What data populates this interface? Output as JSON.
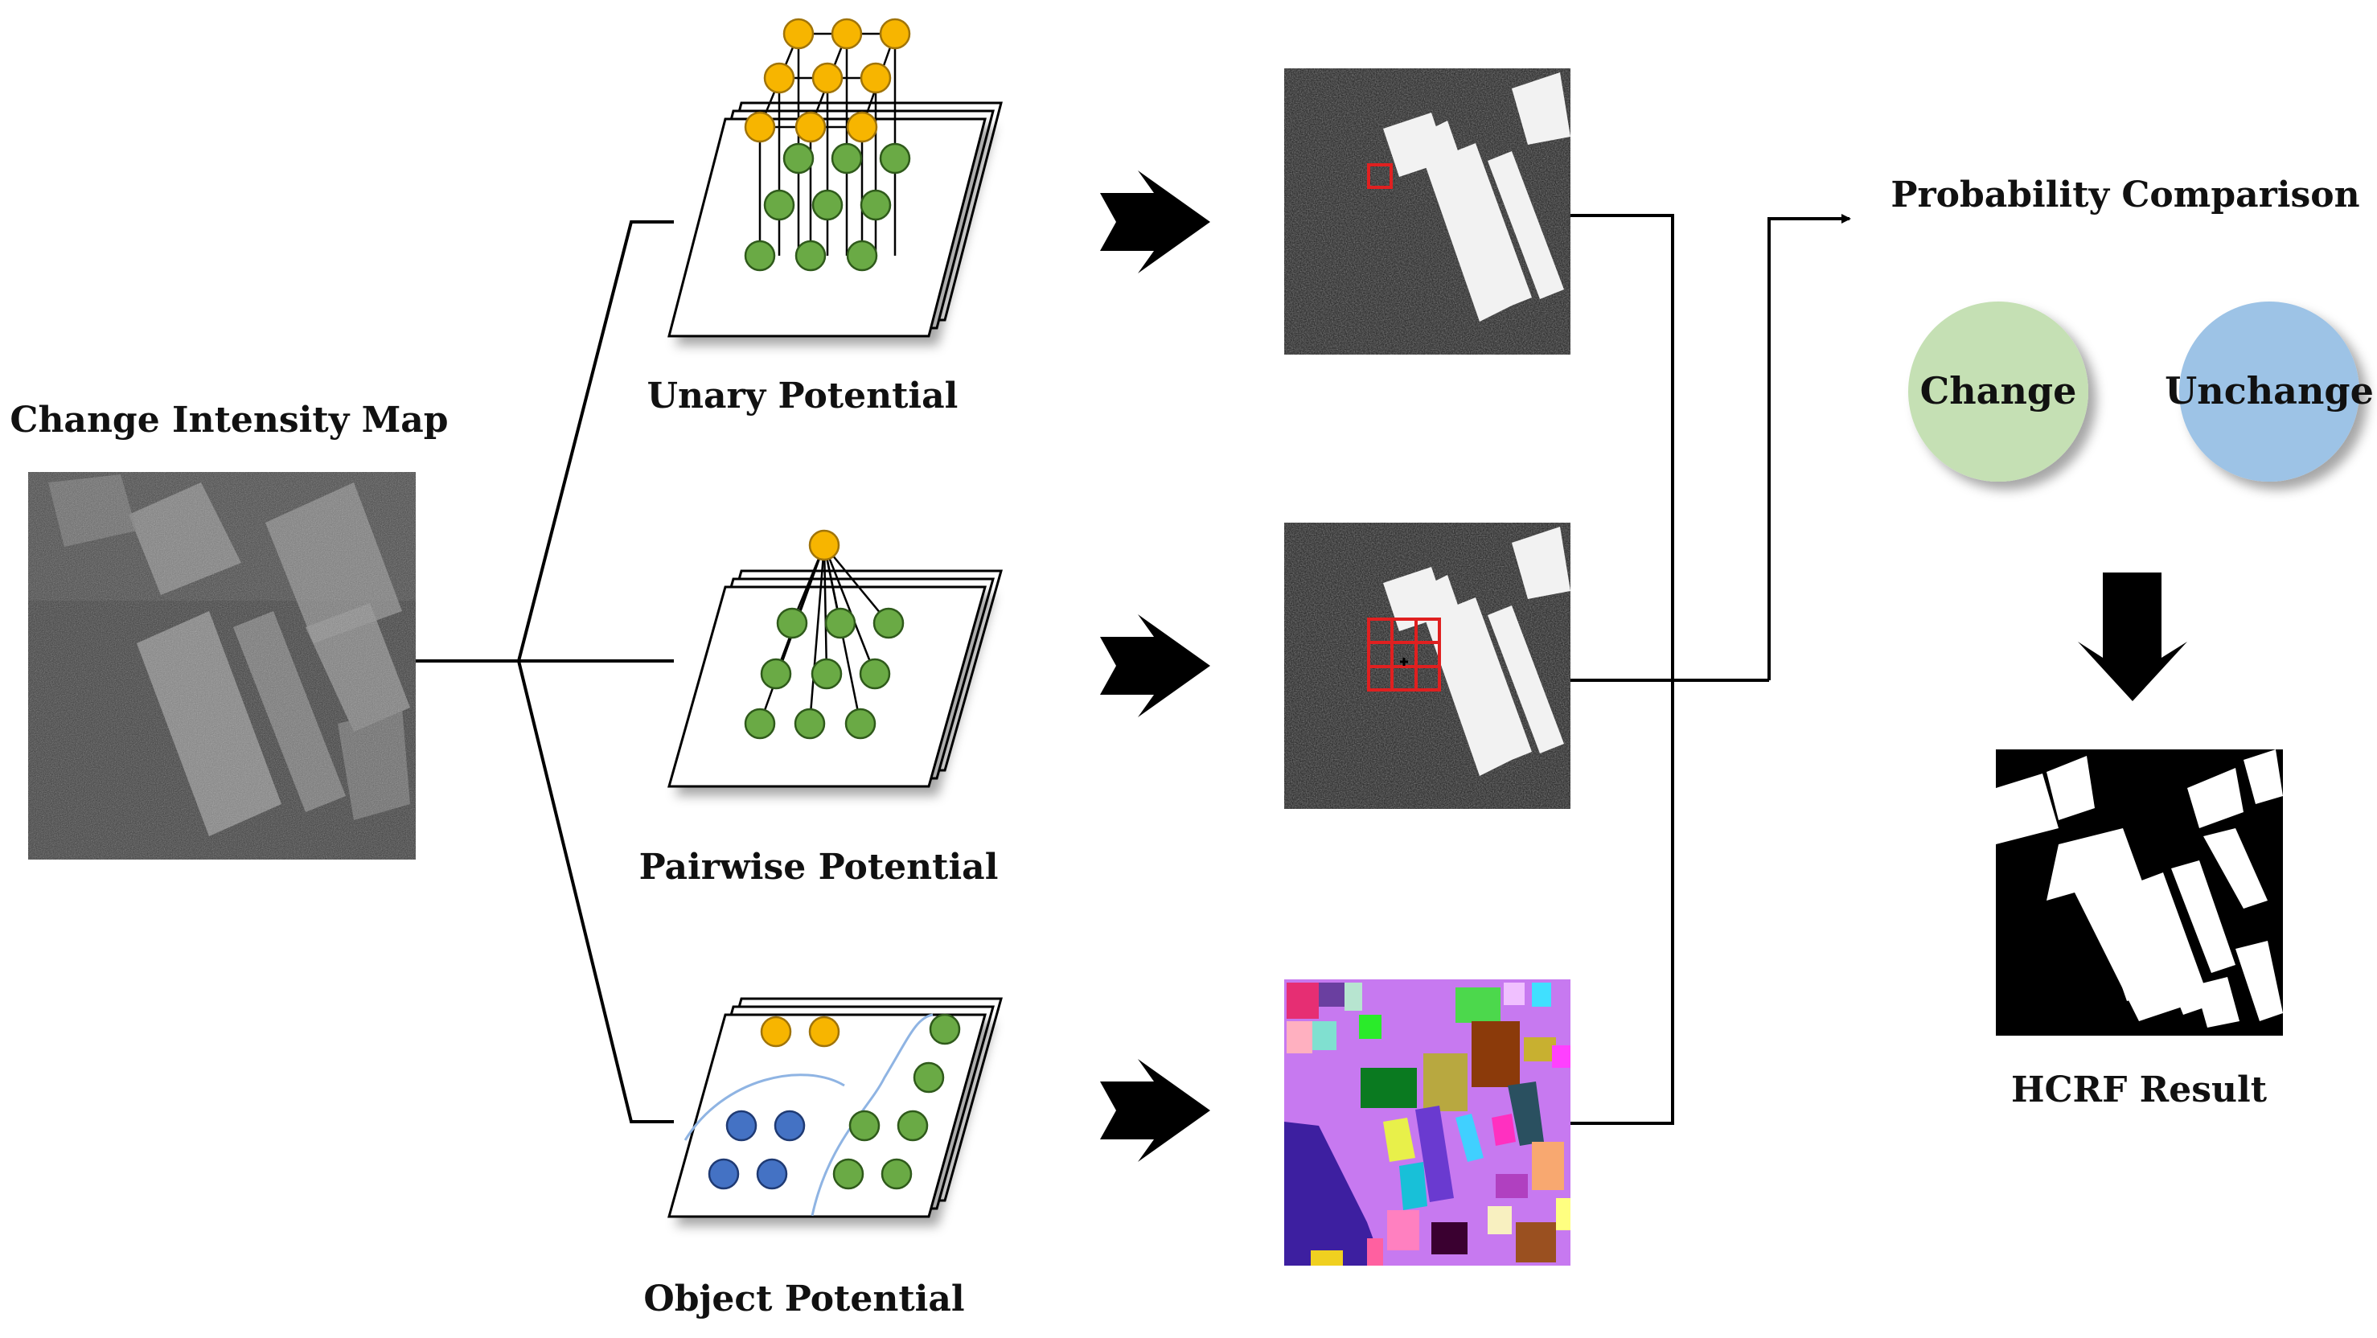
{
  "labels": {
    "input": "Change Intensity Map",
    "unary": "Unary Potential",
    "pairwise": "Pairwise Potential",
    "object": "Object Potential",
    "comparison": "Probability Comparison",
    "result": "HCRF Result"
  },
  "classes": {
    "change": "Change",
    "unchange": "Unchange"
  },
  "colors": {
    "node_orange": "#f7b500",
    "node_green": "#6aaa45",
    "node_blue": "#4472c4",
    "change_circle": "#c5e0b4",
    "unchange_circle": "#9dc3e6",
    "grid_red": "#e02020",
    "arrow": "#000000"
  }
}
